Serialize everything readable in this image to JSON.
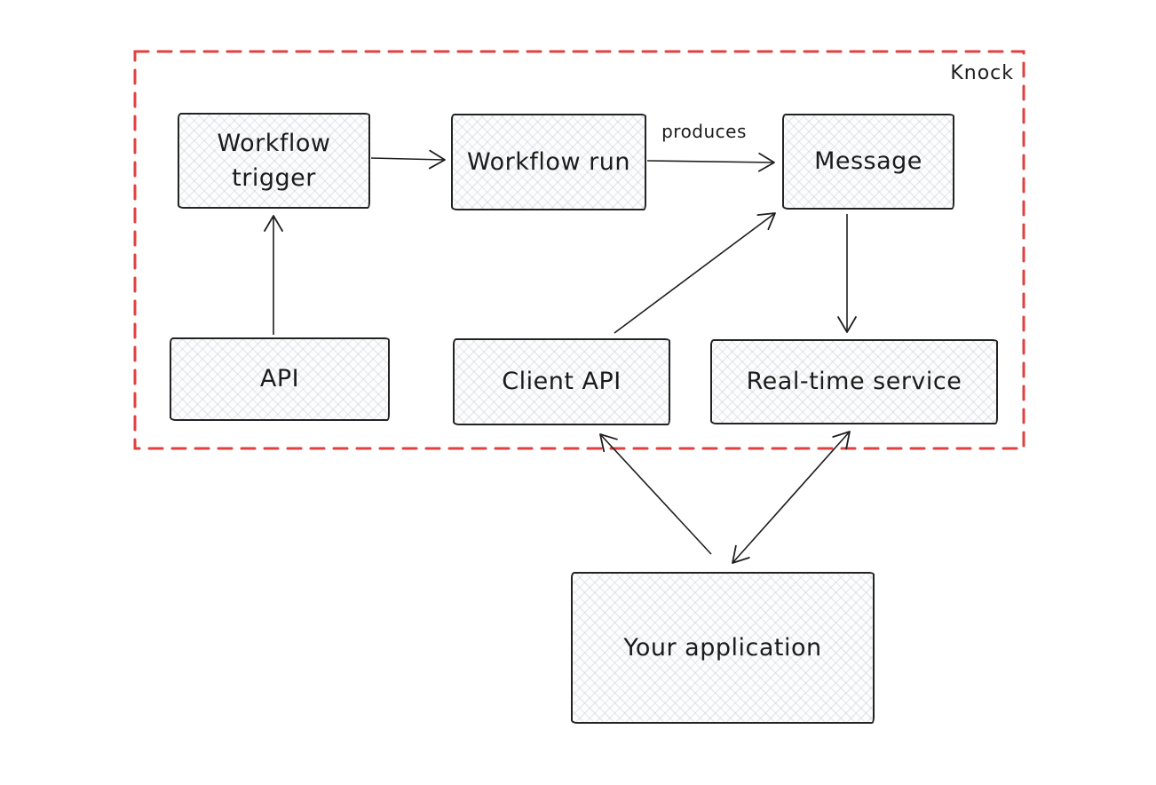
{
  "container": {
    "label": "Knock"
  },
  "nodes": {
    "workflow_trigger": {
      "label": "Workflow trigger"
    },
    "workflow_run": {
      "label": "Workflow run"
    },
    "message": {
      "label": "Message"
    },
    "api": {
      "label": "API"
    },
    "client_api": {
      "label": "Client API"
    },
    "real_time_service": {
      "label": "Real-time service"
    },
    "your_application": {
      "label": "Your application"
    }
  },
  "edges": {
    "api_to_workflow_trigger": {
      "from": "API",
      "to": "Workflow trigger",
      "direction": "one-way"
    },
    "workflow_trigger_to_workflow_run": {
      "from": "Workflow trigger",
      "to": "Workflow run",
      "direction": "one-way"
    },
    "workflow_run_to_message": {
      "from": "Workflow run",
      "to": "Message",
      "direction": "one-way",
      "label": "produces"
    },
    "client_api_to_message": {
      "from": "Client API",
      "to": "Message",
      "direction": "one-way"
    },
    "message_to_real_time_service": {
      "from": "Message",
      "to": "Real-time service",
      "direction": "one-way"
    },
    "your_application_to_client_api": {
      "from": "Your application",
      "to": "Client API",
      "direction": "one-way"
    },
    "your_application_to_real_time_service": {
      "from": "Your application",
      "to": "Real-time service",
      "direction": "two-way"
    }
  },
  "colors": {
    "boundary_red": "#e04040",
    "stroke": "#1e1e1e",
    "node_fill": "#fdfdfe",
    "background": "#ffffff"
  }
}
